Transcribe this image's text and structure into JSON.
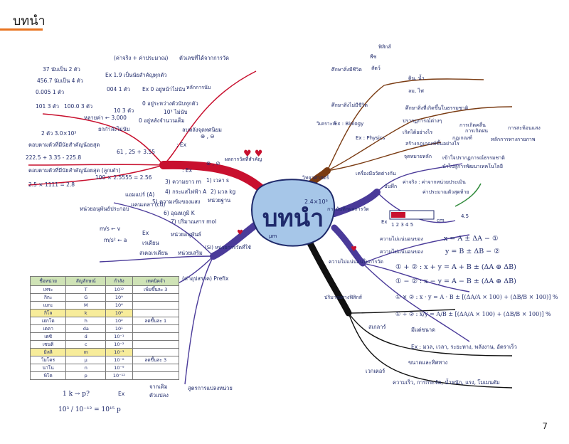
{
  "header": {
    "title": "บทนำ"
  },
  "page_number": "7",
  "center": {
    "title": "บทนำ",
    "left_label": "2.4×10³",
    "right_label": "μm"
  },
  "measurement": {
    "branch": "ผลการวัดที่สำคัญ",
    "sigfig": "หลักการนับ",
    "rows": [
      "(ค่าจริง + ค่าประมาณ)",
      "ตัวเลขที่ได้จากการวัด",
      "37 นับเป็น 2 ตัว",
      "456.7 นับเป็น 4 ตัว",
      "Ex 1.9 เป็นนัยสำคัญทุกตัว",
      "0.005 1 ตัว",
      "004 1 ตัว",
      "Ex  0 อยู่หน้าไม่นับ",
      "101 3 ตัว",
      "100.0 3 ตัว",
      "0 อยู่ระหว่างตัวนับทุกตัว",
      "10 3 ตัว",
      "10³ ไม่นับ",
      "หลายค่า ← 3,000",
      "0 อยู่หลังจำนวนเต็ม",
      "2 ตัว 3.0×10³",
      "ยกกำลังไม่นับ",
      "ลบหลังจุดทศนิยม",
      "ตอบตามตัวที่มีนัยสำคัญน้อยสุด",
      "222.5 + 3.35 - 225.8",
      "61 , 25 + 3.55",
      ": Ex",
      "⊕ , ⊖",
      "ตอบตามตัวที่มีนัยสำคัญน้อยสุด (ลูกเต๋า)",
      "2.5 × 1111 = 2.8",
      "100 × 2.5555 = 2.56",
      ": Ex",
      "⊗ , ⊘"
    ]
  },
  "si": {
    "branch": "(SI) หน่วยการวัดที่ใช้",
    "base": [
      "3) ความยาว m",
      "4) กระแสไฟฟ้า A",
      "1) เวลา s",
      "2) มวล kg",
      "แอมแปร์ (A)",
      "5) ความเข้มของแสง",
      "แคนเดลา (cd)",
      "6) อุณหภูมิ K",
      "7) ปริมาณสาร mol",
      "หน่วยฐาน"
    ],
    "derived": [
      "หน่วยอนุพันธ์",
      "m/s ← v",
      "m/s² ← a",
      "Ex",
      "เรเดียน",
      "สเตอเรเดียน",
      "หน่วยเสริม",
      "หน่วยอนุพันธ์ประกอบ"
    ],
    "prefix": "(ค่าอุปสรรค) Prefix",
    "convert": [
      "สูตรการแปลงหน่วย",
      "ตัวแปลง",
      "จากเดิม",
      "Ex"
    ],
    "convert_formula": [
      "1 k → p?",
      "10³ / 10⁻¹² = 10¹⁵ p"
    ]
  },
  "prefix_table": {
    "headers": [
      "ชื่อหน่วย",
      "สัญลักษณ์",
      "กำลัง",
      "เทคนิคจำ"
    ],
    "rows": [
      [
        "เทระ",
        "T",
        "10¹²",
        "เพิ่มขึ้นละ 3"
      ],
      [
        "กิกะ",
        "G",
        "10⁹",
        ""
      ],
      [
        "เมกะ",
        "M",
        "10⁶",
        ""
      ],
      [
        "กิโล",
        "k",
        "10³",
        ""
      ],
      [
        "เฮกโต",
        "h",
        "10²",
        "ลดขึ้นละ 1"
      ],
      [
        "เดคา",
        "da",
        "10¹",
        ""
      ],
      [
        "เดซิ",
        "d",
        "10⁻¹",
        ""
      ],
      [
        "เซนติ",
        "c",
        "10⁻²",
        ""
      ],
      [
        "มิลลิ",
        "m",
        "10⁻³",
        ""
      ],
      [
        "ไมโคร",
        "μ",
        "10⁻⁶",
        "ลดขึ้นละ 3"
      ],
      [
        "นาโน",
        "n",
        "10⁻⁹",
        ""
      ],
      [
        "พิโค",
        "p",
        "10⁻¹²",
        ""
      ]
    ]
  },
  "science": {
    "branch": "วิทยาศาสตร์",
    "items": [
      "ศึกษาสิ่งมีชีวิต",
      "พืช",
      "สัตว์",
      "ศึกษาสิ่งไม่มีชีวิต",
      "วิเคราะห์",
      "Ex : Biology",
      "Ex : Physics",
      "ดิน, น้ำ",
      "ลม, ไฟ",
      "ศึกษาสิ่งที่เกิดขึ้นในธรรมชาติ",
      "ปรากฏการณ์ต่างๆ",
      "การเกิดคลื่น",
      "การเกิดฝน",
      "การสะท้อนแสง",
      "เกิดได้อย่างไร",
      "กฎเกณฑ์",
      "หลักการทางกายภาพ",
      "สร้างกฎเกณฑ์ขึ้นอย่างไร",
      "จุดหมายหลัก",
      "เข้าใจปรากฏการณ์ธรรมชาติ",
      "นำไปสู่การพัฒนาเทคโนโลยี",
      "ฟิสิกส์"
    ]
  },
  "recording": {
    "branch": "การบันทึกผลการวัด",
    "items": [
      "เครื่องมือวัดต่างกัน",
      "บันทึก",
      "ค่าจริง : ค่าจากหน่วยประเมิน",
      "ค่าประมาณตัวสุดท้าย",
      "Ex",
      "cm",
      "4.5",
      "1 2 3 4 5"
    ]
  },
  "uncertainty": {
    "branch": "ความไม่แน่นอนในการวัด",
    "items": [
      "ความไม่แน่นอนของ",
      "ความไม่แน่นอนของ"
    ],
    "formulas": [
      "x = A ± ΔA − ①",
      "y = B ± ΔB − ②",
      "① + ② : x + y = A + B ± (ΔA ⊕ ΔB)",
      "① − ② : x − y = A − B ± (ΔA ⊕ ΔB)",
      "① × ② : x · y = A · B ± [(ΔA/A × 100) + (ΔB/B × 100)] %",
      "① ÷ ② : x/y = A/B ± [(ΔA/A × 100) + (ΔB/B × 100)] %"
    ]
  },
  "physics_qty": {
    "branch": "ปริมาณทางฟิสิกส์",
    "scalar": "สเกลาร์",
    "scalar_desc": "มีแต่ขนาด",
    "scalar_ex": "Ex : มวล, เวลา, ระยะทาง, พลังงาน, อัตราเร็ว",
    "vector": "เวกเตอร์",
    "vector_desc": "ขนาดและทิศทาง",
    "vector_ex": "ความเร็ว, การกระจัด, น้ำหนัก, แรง, โมเมนตัม"
  },
  "colors": {
    "accent": "#e8731f",
    "ink": "#1f2a6b",
    "red": "#c8102e",
    "yellow": "#f2d22e",
    "brown": "#7a3b12",
    "purple": "#4a3a99",
    "green": "#2f8a3a",
    "black": "#111111"
  }
}
